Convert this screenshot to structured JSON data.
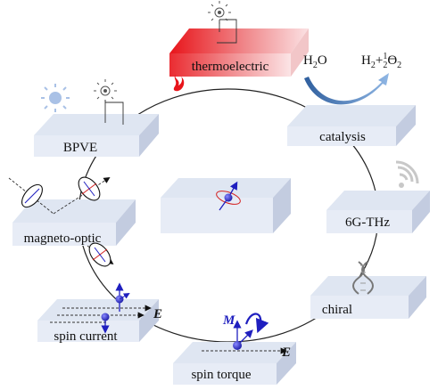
{
  "panels": {
    "thermoelectric": {
      "label": "thermoelectric"
    },
    "catalysis": {
      "label": "catalysis",
      "reactant": "H2O",
      "product": "H2+1/2O2"
    },
    "bpve": {
      "label": "BPVE"
    },
    "terahertz": {
      "label": "6G-THz"
    },
    "magneto_optic": {
      "label": "magneto-optic"
    },
    "chiral": {
      "label": "chiral"
    },
    "spin_current": {
      "label": "spin current",
      "field": "E"
    },
    "spin_torque": {
      "label": "spin torque",
      "field": "E",
      "moment": "M"
    }
  },
  "colors": {
    "panel_top": "#dfe6f2",
    "panel_side": "#c3cce0",
    "thermo_red": "#e8141a",
    "arrow_blue": "#4f86c6",
    "spin_blue": "#1f1fbf",
    "accent_red": "#d42020"
  }
}
